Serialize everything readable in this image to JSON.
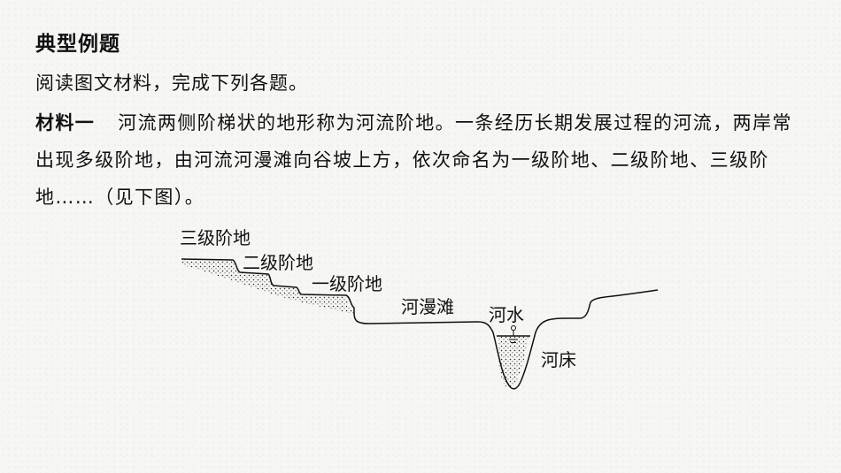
{
  "heading": "典型例题",
  "intro": "阅读图文材料，完成下列各题。",
  "material": {
    "label": "材料一",
    "text": "河流两侧阶梯状的地形称为河流阶地。一条经历长期发展过程的河流，两岸常出现多级阶地，由河流河漫滩向谷坡上方，依次命名为一级阶地、二级阶地、三级阶地……（见下图）。"
  },
  "diagram": {
    "labels": {
      "terrace3": "三级阶地",
      "terrace2": "二级阶地",
      "terrace1": "一级阶地",
      "floodplain": "河漫滩",
      "water": "河水",
      "riverbed": "河床"
    }
  }
}
